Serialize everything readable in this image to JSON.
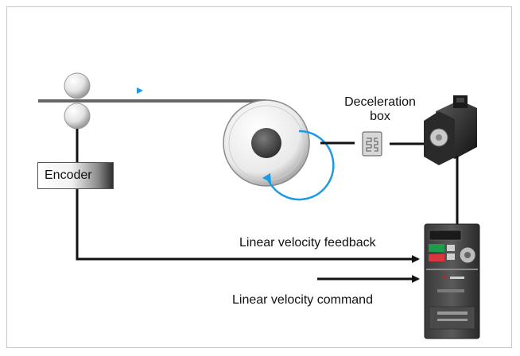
{
  "labels": {
    "encoder": "Encoder",
    "deceleration_box": [
      "Deceleration",
      "box"
    ],
    "feedback": "Linear velocity feedback",
    "command": "Linear velocity command"
  },
  "colors": {
    "line": "#111111",
    "arrow_accent": "#1a9be6",
    "roller": "#d9d9d9",
    "web": "#666666"
  },
  "icons": [
    "roller-icon",
    "winding-drum-icon",
    "gearbox-icon",
    "servo-motor-icon",
    "drive-inverter-icon"
  ]
}
